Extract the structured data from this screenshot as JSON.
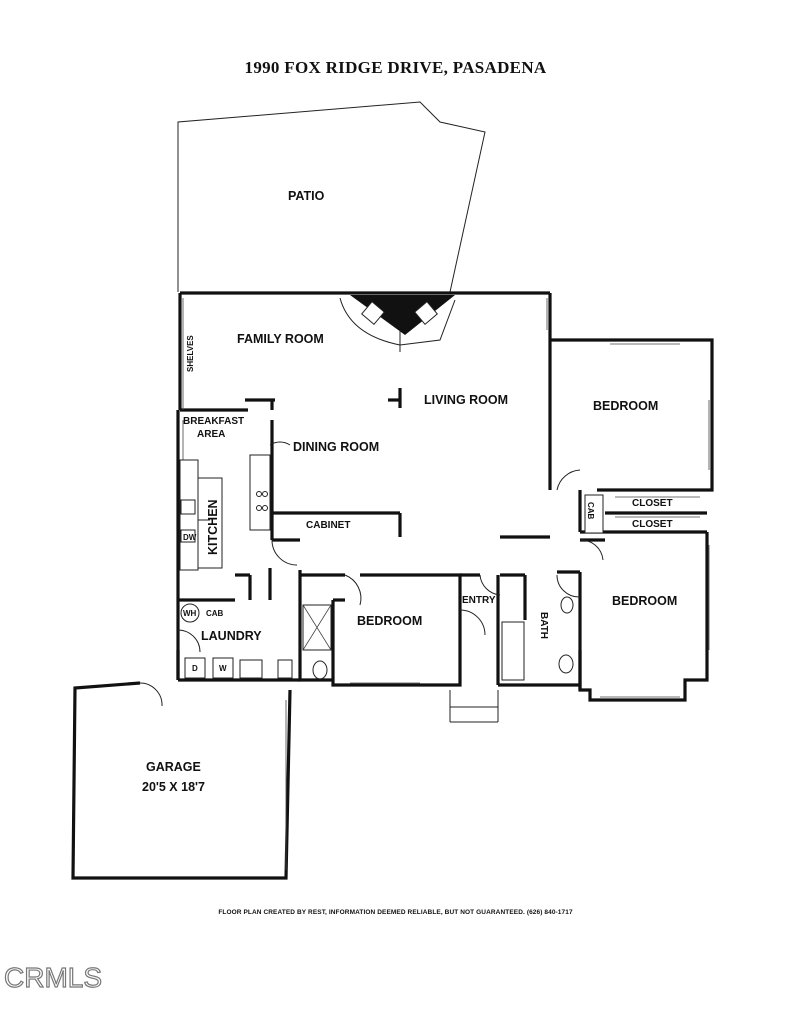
{
  "title": "1990 FOX RIDGE DRIVE, PASADENA",
  "rooms": {
    "patio": "PATIO",
    "family_room": "FAMILY ROOM",
    "shelves": "SHELVES",
    "living_room": "LIVING ROOM",
    "bedroom_1": "BEDROOM",
    "breakfast": "BREAKFAST",
    "area": "AREA",
    "dining_room": "DINING ROOM",
    "kitchen": "KITCHEN",
    "cabinet": "CABINET",
    "closet_1": "CLOSET",
    "closet_2": "CLOSET",
    "cab": "CAB",
    "dw": "DW",
    "wh": "WH",
    "cab_laundry": "CAB",
    "laundry": "LAUNDRY",
    "bedroom_2": "BEDROOM",
    "entry": "ENTRY",
    "bath": "BATH",
    "bedroom_3": "BEDROOM",
    "dryer": "D",
    "washer": "W",
    "garage": "GARAGE",
    "garage_size": "20'5 X 18'7"
  },
  "footer": {
    "disclaimer": "FLOOR PLAN CREATED BY REST, INFORMATION DEEMED RELIABLE, BUT NOT GUARANTEED.  (626) 840-1717",
    "logo": "CRMLS"
  }
}
